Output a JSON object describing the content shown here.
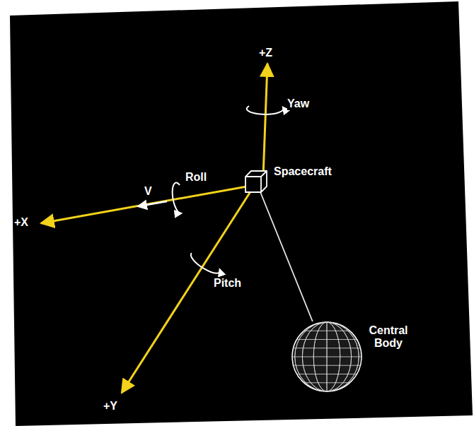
{
  "diagram": {
    "nodes": [
      {
        "text": [
          "Spacecraft"
        ]
      },
      {
        "text": [
          "Central Body"
        ]
      }
    ],
    "edges": [
      {
        "from": 0,
        "to": 1,
        "arrow": "none"
      }
    ],
    "labels": [
      "+Z",
      "Yaw",
      "Roll",
      "V",
      "+X",
      "Pitch",
      "+Y"
    ]
  }
}
